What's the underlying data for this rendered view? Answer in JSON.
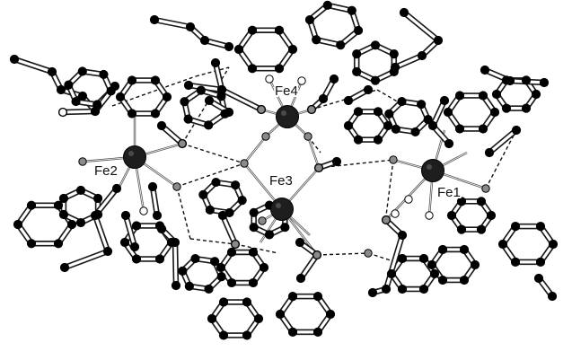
{
  "labels": {
    "fe1": "Fe1",
    "fe2": "Fe2",
    "fe3": "Fe3",
    "fe4": "Fe4"
  },
  "colors": {
    "bond_outline": "#1a1a1a",
    "bond_fill": "#ffffff",
    "metal_bond": "#555555",
    "hbond": "#111111",
    "carbon_atom": "#000000",
    "hetero_atom": "#8a8a8a",
    "open_atom": "#ffffff",
    "iron_atom": "#1e1e1e"
  }
}
